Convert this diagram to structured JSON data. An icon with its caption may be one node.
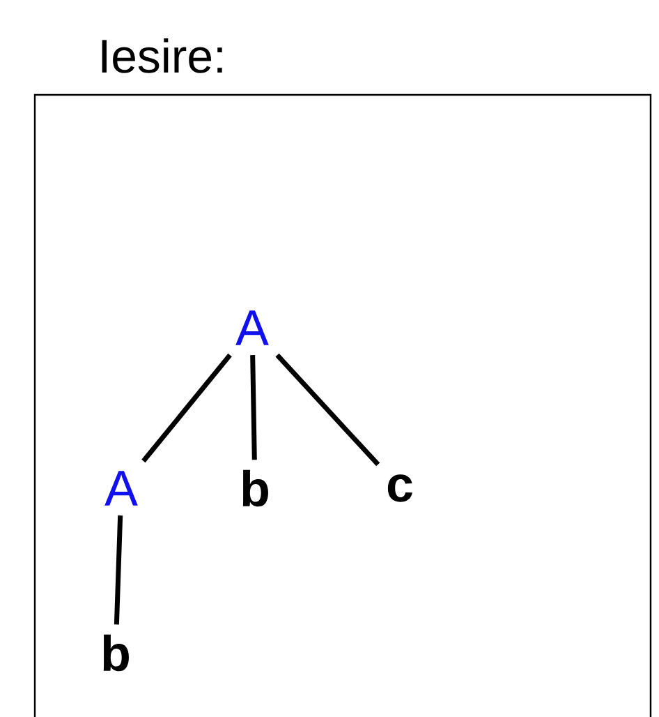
{
  "diagram": {
    "title": "Iesire:",
    "nodes": [
      {
        "text": [
          "A"
        ]
      },
      {
        "text": [
          "A"
        ]
      },
      {
        "text": [
          "b"
        ]
      },
      {
        "text": [
          "c"
        ]
      },
      {
        "text": [
          "b"
        ]
      }
    ],
    "edges": [
      {
        "from": 0,
        "to": 1,
        "arrow": "none"
      },
      {
        "from": 0,
        "to": 2,
        "arrow": "none"
      },
      {
        "from": 0,
        "to": 3,
        "arrow": "none"
      },
      {
        "from": 1,
        "to": 4,
        "arrow": "none"
      }
    ]
  }
}
